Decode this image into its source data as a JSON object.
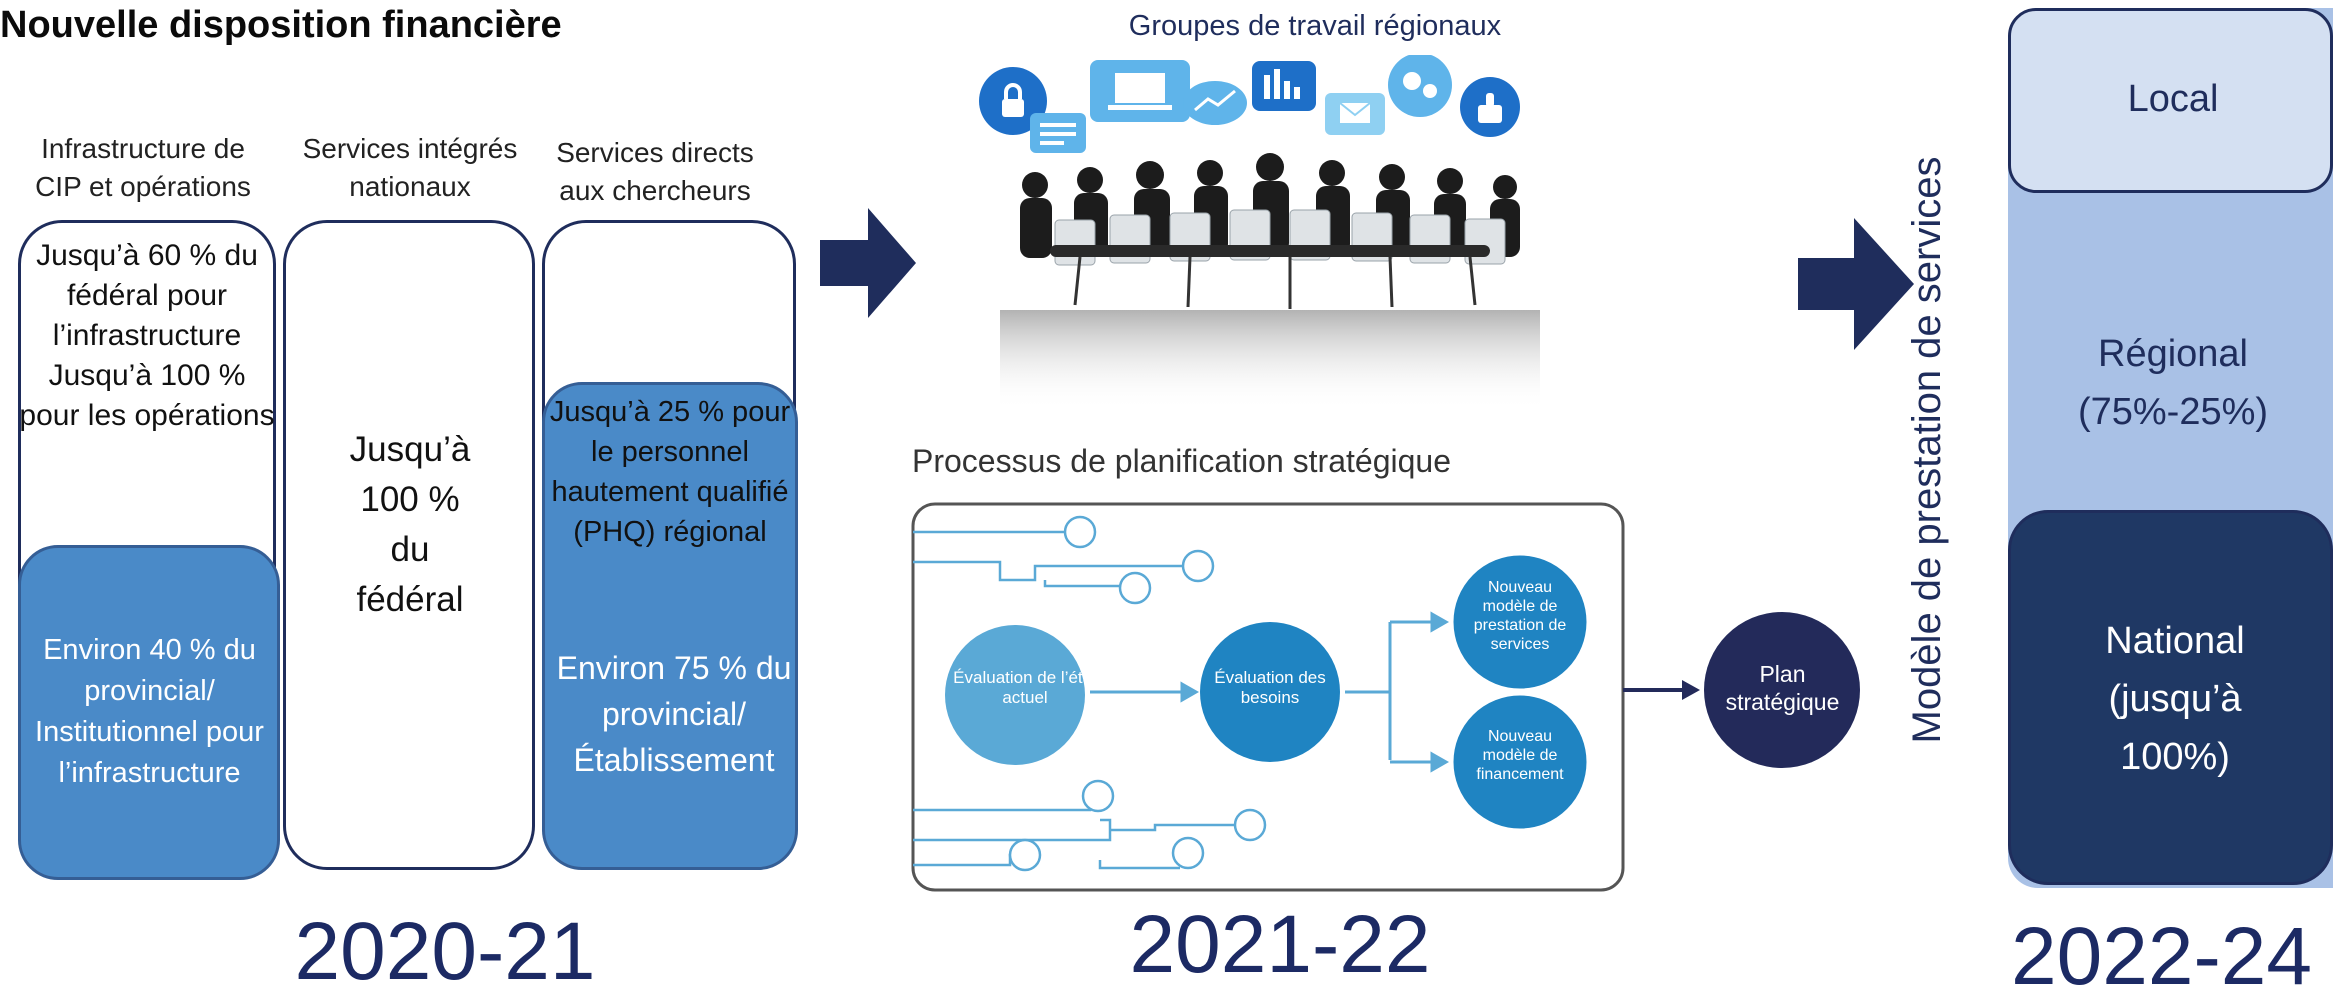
{
  "title": "Nouvelle disposition financière",
  "section1": {
    "col1_header": "Infrastructure de CIP et opérations",
    "col2_header": "Services intégrés nationaux",
    "col3_header": "Services directs aux chercheurs",
    "col1_top": "Jusqu’à 60 % du fédéral pour l’infrastructure Jusqu’à 100 % pour les opérations",
    "col1_bottom": "Environ 40 % du provincial/ Institutionnel pour l’infrastructure",
    "col2_text": "Jusqu’à 100 % du fédéral",
    "col3_top": "Jusqu’à 25 % pour le personnel hautement qualifié (PHQ) régional",
    "col3_bottom": "Environ 75 % du provincial/ Établissement",
    "year": "2020-21"
  },
  "section2": {
    "groups_title": "Groupes de travail régionaux",
    "process_title": "Processus de planification stratégique",
    "node_current": "Évaluation de l’état actuel",
    "node_needs": "Évaluation des besoins",
    "node_service_model": "Nouveau modèle de prestation de services",
    "node_funding_model": "Nouveau modèle de financement",
    "node_plan": "Plan stratégique",
    "year": "2021-22"
  },
  "section3": {
    "vertical_label": "Modèle de prestation de services",
    "local": "Local",
    "regional": "Régional (75%-25%)",
    "national": "National (jusqu’à 100%)",
    "year": "2022-24"
  },
  "colors": {
    "navy": "#1f2d5c",
    "mid_blue": "#4a8ac8",
    "process_light": "#5aa9d6",
    "process_mid": "#1f84c2",
    "process_dark": "#232a5a",
    "local_bg": "#d4e0f2",
    "regional_bg": "#a9c1e6",
    "national_bg": "#1f3864"
  }
}
